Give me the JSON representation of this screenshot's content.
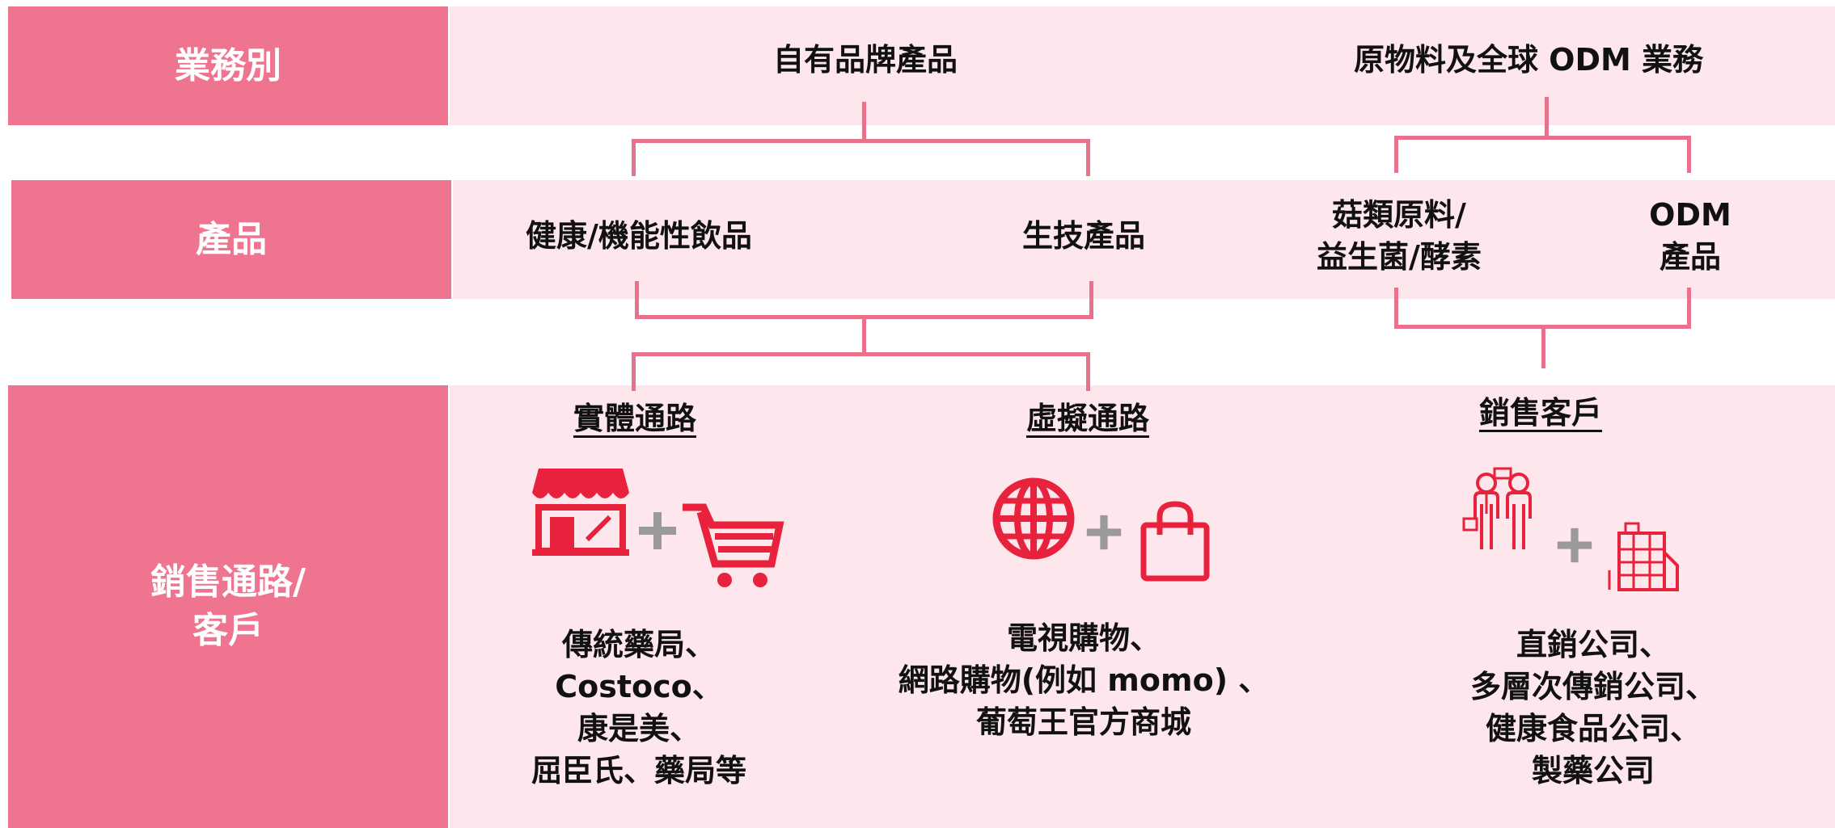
{
  "colors": {
    "accent": "#ee7490",
    "band": "#fde6ec",
    "icon": "#e8213c",
    "plus": "#9a9a9a",
    "connector": "#e8718c"
  },
  "rows": {
    "business": "業務別",
    "products": "產品",
    "channels": [
      "銷售通路/",
      "客戶"
    ]
  },
  "business": {
    "own_brand": "自有品牌產品",
    "odm": "原物料及全球 ODM 業務"
  },
  "products": {
    "health_drinks": "健康/機能性飲品",
    "biotech": "生技產品",
    "raw_materials": [
      "菇類原料/",
      "益生菌/酵素"
    ],
    "odm_products": [
      "ODM",
      "產品"
    ]
  },
  "channels": {
    "physical": {
      "title": "實體通路",
      "icons": [
        "storefront-icon",
        "plus-icon",
        "shopping-cart-icon"
      ],
      "items": [
        "傳統藥局、",
        "Costoco、",
        "康是美、",
        "屈臣氏、藥局等"
      ]
    },
    "virtual": {
      "title": "虛擬通路",
      "icons": [
        "globe-icon",
        "plus-icon",
        "shopping-bag-icon"
      ],
      "items": [
        "電視購物、",
        "網路購物(例如 momo) 、",
        "葡萄王官方商城"
      ]
    },
    "clients": {
      "title": "銷售客戶",
      "icons": [
        "business-people-icon",
        "plus-icon",
        "office-building-icon"
      ],
      "items": [
        "直銷公司、",
        "多層次傳銷公司、",
        "健康食品公司、",
        "製藥公司"
      ]
    }
  }
}
